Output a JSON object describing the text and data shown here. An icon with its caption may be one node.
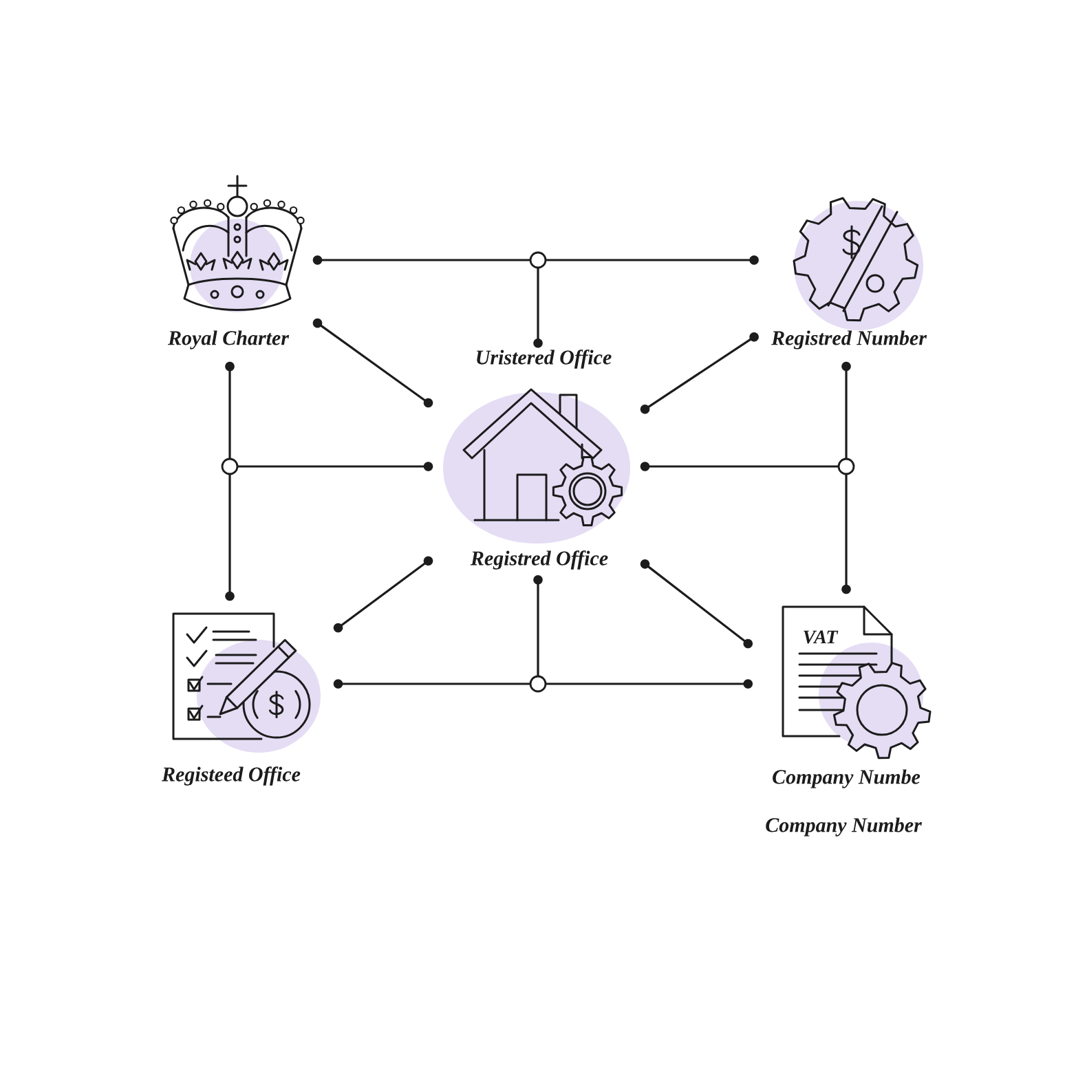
{
  "diagram": {
    "nodes": [
      {
        "text": [
          "Royal Charter"
        ]
      },
      {
        "text": [
          "Registred Number"
        ]
      },
      {
        "text": [
          "Uristered Office"
        ]
      },
      {
        "text": [
          "Registred Office"
        ]
      },
      {
        "text": [
          "Registeed Office"
        ]
      },
      {
        "text": [
          "Company Numbe",
          "Company Number"
        ]
      },
      {
        "text": [],
        "shape": "circle"
      },
      {
        "text": [],
        "shape": "circle"
      },
      {
        "text": [],
        "shape": "circle"
      },
      {
        "text": [],
        "shape": "circle"
      }
    ],
    "edges": [
      {
        "from": 0,
        "to": 6,
        "arrow": "other"
      },
      {
        "from": 1,
        "to": 6,
        "arrow": "other"
      },
      {
        "from": 2,
        "to": 6,
        "arrow": "other"
      },
      {
        "from": 0,
        "to": 3,
        "arrow": "other"
      },
      {
        "from": 1,
        "to": 3,
        "arrow": "other"
      },
      {
        "from": 0,
        "to": 7,
        "arrow": "other"
      },
      {
        "from": 3,
        "to": 7,
        "arrow": "other"
      },
      {
        "from": 4,
        "to": 7,
        "arrow": "other"
      },
      {
        "from": 1,
        "to": 8,
        "arrow": "other"
      },
      {
        "from": 3,
        "to": 8,
        "arrow": "other"
      },
      {
        "from": 5,
        "to": 8,
        "arrow": "other"
      },
      {
        "from": 3,
        "to": 4,
        "arrow": "other"
      },
      {
        "from": 3,
        "to": 5,
        "arrow": "other"
      },
      {
        "from": 3,
        "to": 9,
        "arrow": "other"
      },
      {
        "from": 4,
        "to": 9,
        "arrow": "other"
      },
      {
        "from": 5,
        "to": 9,
        "arrow": "other"
      }
    ],
    "labels": [
      "VAT"
    ]
  }
}
